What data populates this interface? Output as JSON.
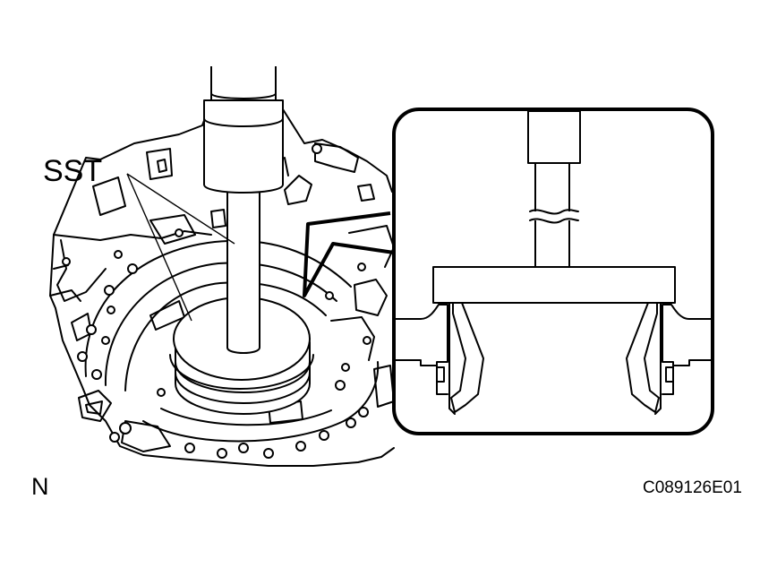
{
  "figure": {
    "callout_label": "SST",
    "view_marker": "N",
    "figure_code": "C089126E01"
  },
  "colors": {
    "ink": "#000000",
    "paper": "#ffffff"
  }
}
